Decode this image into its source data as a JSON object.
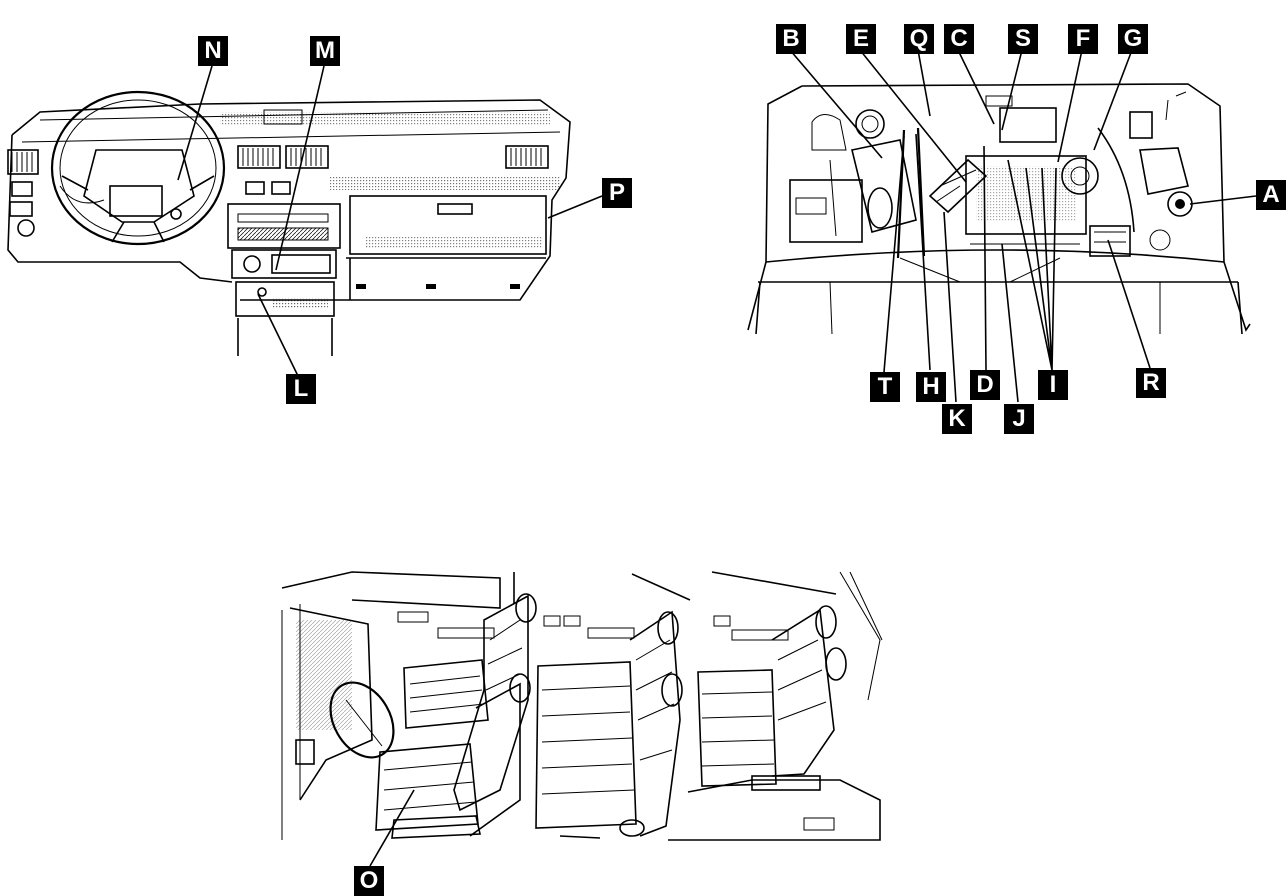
{
  "labels": {
    "A": "A",
    "B": "B",
    "C": "C",
    "D": "D",
    "E": "E",
    "F": "F",
    "G": "G",
    "H": "H",
    "I": "I",
    "J": "J",
    "K": "K",
    "L": "L",
    "M": "M",
    "N": "N",
    "O": "O",
    "P": "P",
    "Q": "Q",
    "R": "R",
    "S": "S",
    "T": "T"
  },
  "colors": {
    "ink": "#000000",
    "paper": "#ffffff",
    "label_bg": "#000000",
    "label_text": "#ffffff"
  }
}
